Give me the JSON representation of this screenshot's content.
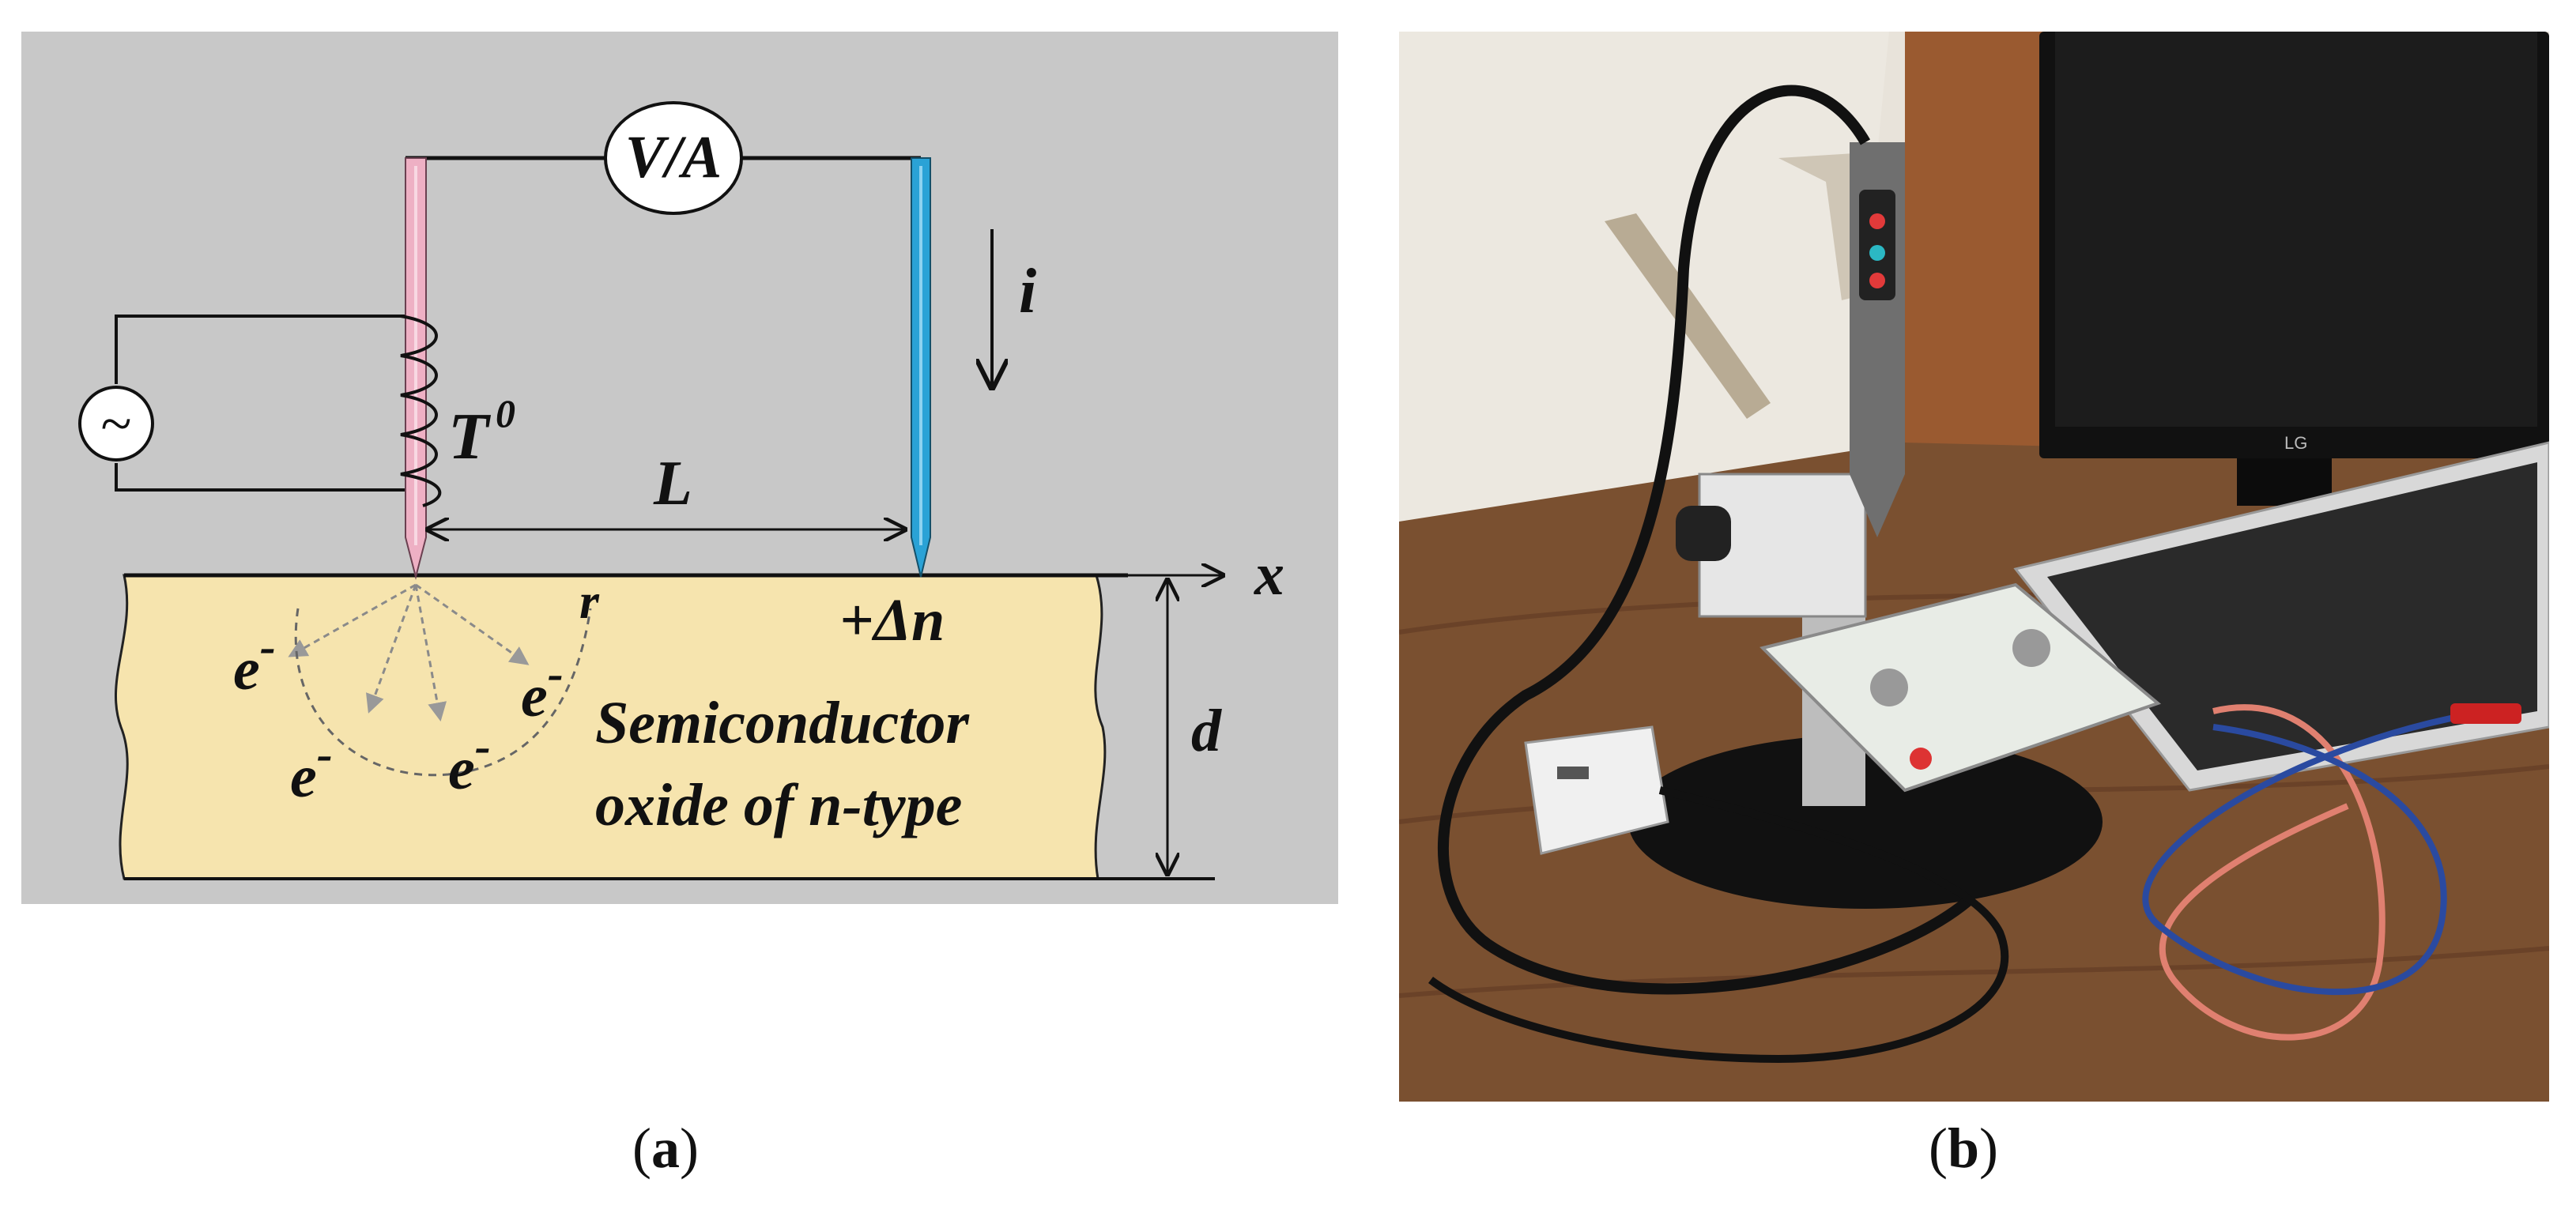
{
  "panel_a": {
    "meter_label": "V/A",
    "ac_source_symbol": "~",
    "temperature_label": "T",
    "temperature_superscript": "0",
    "current_label": "i",
    "distance_label": "L",
    "axis_label": "x",
    "radius_label": "r",
    "carrier_label": "+Δn",
    "thickness_label": "d",
    "electron_label": "e",
    "electron_charge": "-",
    "material_line1": "Semiconductor",
    "material_line2": "oxide of n-type"
  },
  "panel_b": {
    "monitor_brand": "LG"
  },
  "captions": {
    "a_open": "(",
    "a_letter": "a",
    "a_close": ")",
    "b_open": "(",
    "b_letter": "b",
    "b_close": ")"
  },
  "colors": {
    "diagram_background": "#c8c8c8",
    "semiconductor_fill": "#f6e4ae",
    "hot_probe": "#eeb0c4",
    "cold_probe": "#2aa2d6",
    "desk_wood": "#7a5030",
    "wall": "#e8e3da"
  }
}
